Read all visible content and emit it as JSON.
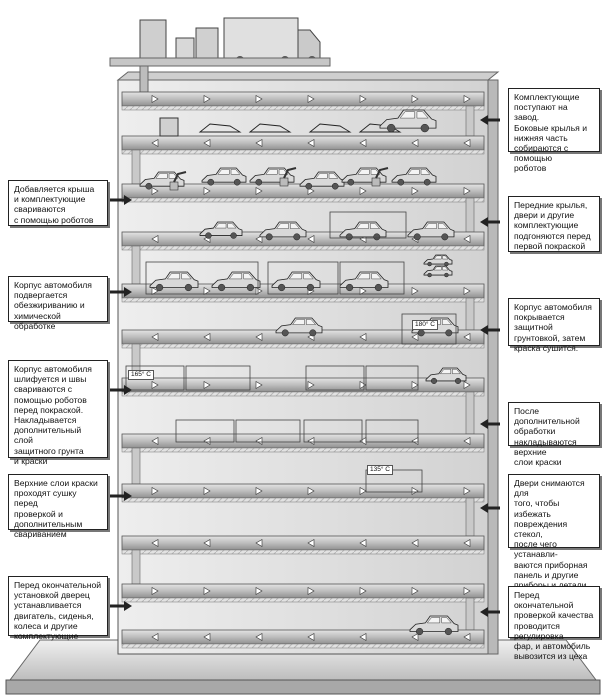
{
  "notes": {
    "n1": "Комплектующие\nпоступают на завод.\nБоковые крылья и\nнижняя часть\nсобираются с помощью\nроботов",
    "n2": "Добавляется крыша\nи комплектующие\nсвариваются\nс помощью роботов",
    "n3": "Передние крылья,\nдвери и другие\nкомплектующие\nподгоняются перед\nпервой покраской",
    "n4": "Корпус автомобиля\nподвергается\nобезжириванию и\nхимической обработке",
    "n5": "Корпус автомобиля\nпокрывается защитной\nгрунтовкой, затем\nкраска сушится.",
    "n6": "Корпус автомобиля\nшлифуется и швы\nсвариваются с\nпомощью роботов\nперед покраской.\nНакладывается\nдополнительный слой\nзащитного грунта\nи краски",
    "n7": "После дополнительной\nобработки\nнакладываются верхние\nслои краски",
    "n8": "Верхние слои краски\nпроходят сушку перед\nпроверкой и\nдополнительным\nсвариванием",
    "n9": "Двери снимаются для\nтого, чтобы избежать\nповреждения стекол,\nпосле чего устанавли-\nваются приборная\nпанель и другие\nприборы и детали",
    "n10": "Перед окончательной\nустановкой дверец\nустанавливается\nдвигатель, сиденья,\nколеса и другие\nкомплектующие",
    "n11": "Перед окончательной\nпроверкой качества\nпроводится регулировка\nфар, и автомобиль\nвывозится из цеха"
  },
  "temps": {
    "t1": "180° C",
    "t2": "165° C",
    "t3": "135° C"
  },
  "colors": {
    "ink": "#222222",
    "conveyor": "#c4c4c4",
    "building": "#dcdcdc",
    "edge": "#3a3a3a"
  }
}
